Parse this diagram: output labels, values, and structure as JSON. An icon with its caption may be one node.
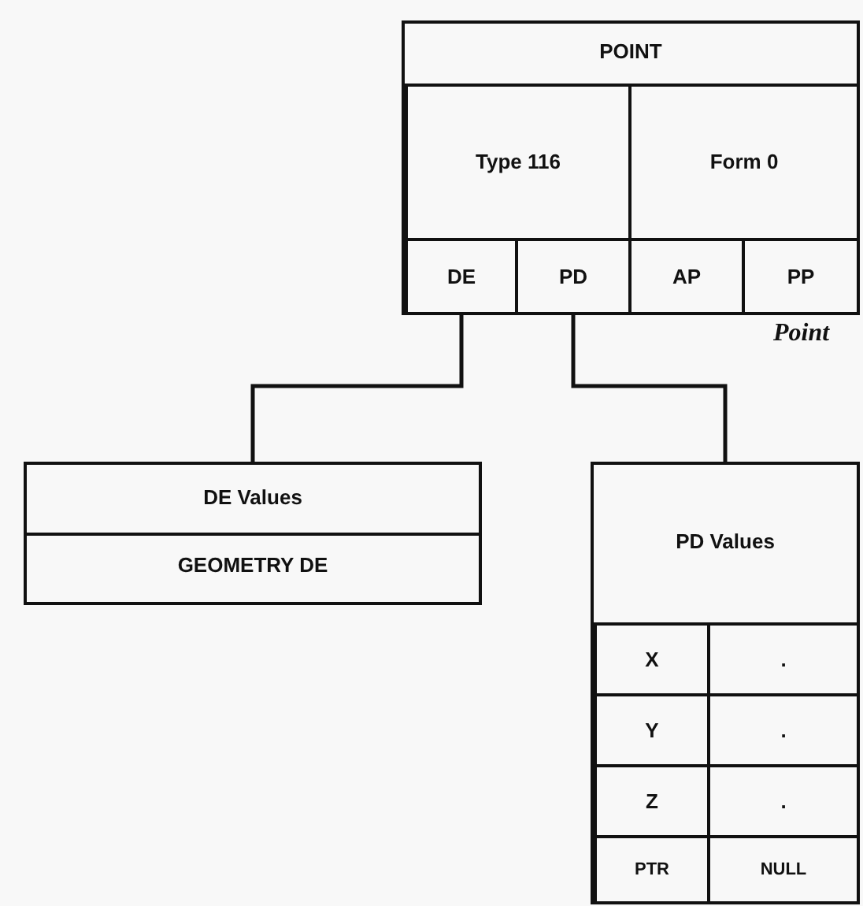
{
  "diagram": {
    "nodes": [
      {
        "text": [
          "POINT"
        ],
        "beside": [
          "Point"
        ]
      },
      {
        "text": [
          "Type 116"
        ],
        "in": 0
      },
      {
        "text": [
          "Form 0"
        ],
        "in": 0
      },
      {
        "text": [
          "DE"
        ],
        "in": 0
      },
      {
        "text": [
          "PD"
        ],
        "in": 0
      },
      {
        "text": [
          "AP"
        ],
        "in": 0
      },
      {
        "text": [
          "PP"
        ],
        "in": 0
      },
      {
        "text": [
          "DE Values",
          "GEOMETRY DE"
        ]
      },
      {
        "text": [
          "PD Values"
        ]
      },
      {
        "text": [
          "X"
        ],
        "in": 8
      },
      {
        "text": [
          "."
        ],
        "in": 8
      },
      {
        "text": [
          "Y"
        ],
        "in": 8
      },
      {
        "text": [
          "."
        ],
        "in": 8
      },
      {
        "text": [
          "Z"
        ],
        "in": 8
      },
      {
        "text": [
          "."
        ],
        "in": 8
      },
      {
        "text": [
          "PTR"
        ],
        "in": 8
      },
      {
        "text": [
          "NULL"
        ],
        "in": 8
      }
    ],
    "edges": [
      {
        "from": 3,
        "to": 7,
        "arrow": "none"
      },
      {
        "from": 4,
        "to": 8,
        "arrow": "none"
      }
    ]
  }
}
